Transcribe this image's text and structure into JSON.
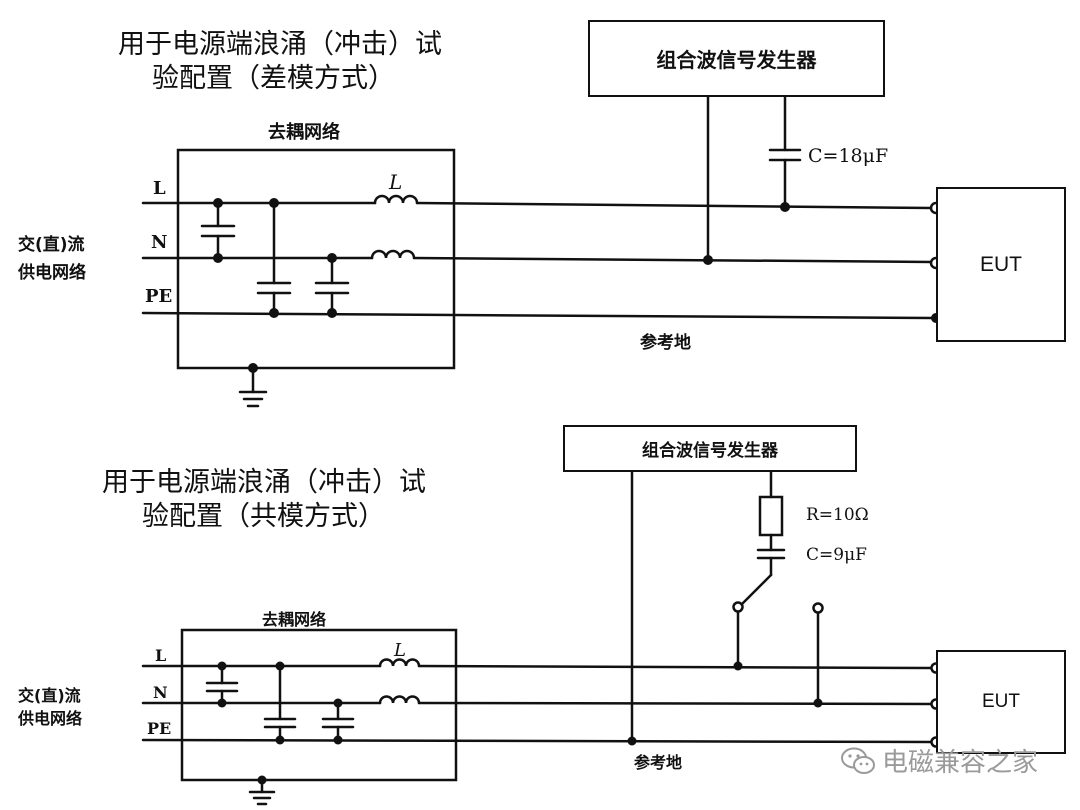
{
  "top": {
    "title_line1": "用于电源端浪涌（冲击）试",
    "title_line2": "验配置（差模方式）",
    "decoupling_label": "去耦网络",
    "line_L": "L",
    "line_N": "N",
    "line_PE": "PE",
    "source_line1": "交(直)流",
    "source_line2": "供电网络",
    "inductor_label": "L",
    "generator": "组合波信号发生器",
    "capacitor": "C=18μF",
    "eut": "EUT",
    "reference_ground": "参考地"
  },
  "bottom": {
    "title_line1": "用于电源端浪涌（冲击）试",
    "title_line2": "验配置（共模方式）",
    "decoupling_label": "去耦网络",
    "line_L": "L",
    "line_N": "N",
    "line_PE": "PE",
    "source_line1": "交(直)流",
    "source_line2": "供电网络",
    "inductor_label": "L",
    "generator": "组合波信号发生器",
    "resistor": "R=10Ω",
    "capacitor": "C=9μF",
    "eut": "EUT",
    "reference_ground": "参考地"
  },
  "watermark": "电磁兼容之家",
  "watermark_icon": "wechat-icon"
}
